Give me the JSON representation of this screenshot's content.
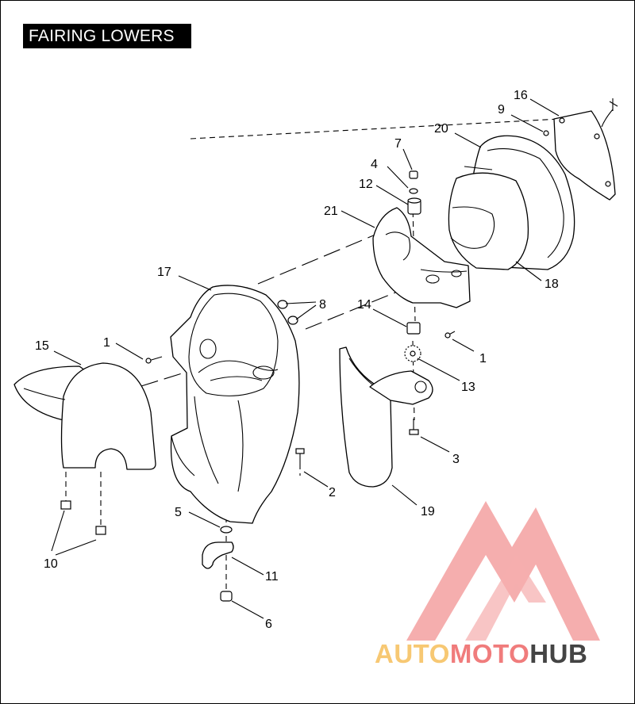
{
  "title": "FAIRING LOWERS",
  "callouts": [
    "1",
    "1",
    "2",
    "3",
    "4",
    "5",
    "6",
    "7",
    "8",
    "9",
    "10",
    "11",
    "12",
    "13",
    "14",
    "15",
    "16",
    "17",
    "18",
    "19",
    "20",
    "21"
  ],
  "watermark": {
    "part1": "AUTO",
    "part2": "MOTO",
    "part3": "HUB",
    "colors": {
      "auto": "#f7c873",
      "moto": "#f07c7c",
      "hub": "#444444",
      "logo": "#f08080"
    }
  }
}
